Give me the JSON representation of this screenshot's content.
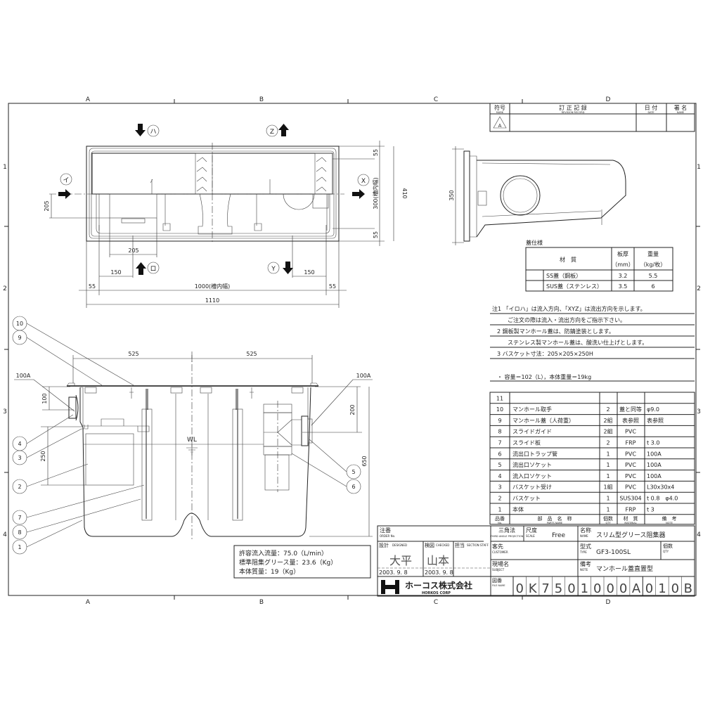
{
  "grid": {
    "columns": [
      "A",
      "B",
      "C",
      "D"
    ],
    "rows": [
      "1",
      "2",
      "3",
      "4"
    ]
  },
  "revision": {
    "headers": [
      {
        "ja": "符号",
        "en": "MARK"
      },
      {
        "ja": "訂 正 記 録",
        "en": "REVISION RECORD"
      },
      {
        "ja": "日 付",
        "en": "DATE"
      },
      {
        "ja": "署 名",
        "en": "NAME"
      }
    ],
    "mark": "A"
  },
  "plan_view": {
    "inflow_labels": [
      "イ",
      "ロ",
      "ハ"
    ],
    "outflow_labels": [
      "X",
      "Y",
      "Z"
    ],
    "dims": {
      "inlet_height": "205",
      "basket_width": "205",
      "left_150": "150",
      "right_150": "150",
      "left_55": "55",
      "right_55": "55",
      "inner_width": "1000(槽内幅)",
      "overall_width": "1110",
      "top_55": "55",
      "bottom_55": "55",
      "inner_depth": "300(槽内幅)",
      "overall_depth": "410"
    }
  },
  "side_view": {
    "height_dim": "350"
  },
  "section_view": {
    "dim_left_525": "525",
    "dim_right_525": "525",
    "inlet_size": "100A",
    "outlet_size": "100A",
    "dim_100": "100",
    "dim_250": "250",
    "dim_200": "200",
    "dim_650": "650",
    "water_level": "WL",
    "callouts": [
      "1",
      "2",
      "3",
      "4",
      "5",
      "6",
      "7",
      "8",
      "9",
      "10"
    ]
  },
  "cover_spec": {
    "title": "蓋仕様",
    "headers": {
      "material": "材　質",
      "thickness": "板厚",
      "thickness_unit": "（mm）",
      "weight": "重量",
      "weight_unit": "（kg/枚）"
    },
    "rows": [
      {
        "material": "SS蓋（鋼板）",
        "thickness": "3.2",
        "weight": "5.5"
      },
      {
        "material": "SUS蓋（ステンレス）",
        "thickness": "3.5",
        "weight": "6"
      }
    ]
  },
  "notes": [
    "注1 「イロハ」は流入方向、「XYZ」は流出方向を示します。",
    "ご注文の際は流入・流出方向をご指示下さい。",
    "2 鋼板製マンホール蓋は、防錆塗装とします。",
    "ステンレス製マンホール蓋は、酸洗い仕上げとします。",
    "3 バスケット寸法：205×205×250H",
    "・ 容量＝102（L），本体重量＝19kg"
  ],
  "parts_table": {
    "headers": {
      "no": "品番",
      "no_en": "No.",
      "name": "部　品　名　称",
      "name_en": "PARTS NAME",
      "qty": "個数",
      "qty_en": "QTY",
      "material": "材　質",
      "material_en": "MATERIAL",
      "note": "備　考",
      "note_en": "NOTE"
    },
    "rows": [
      {
        "no": "11",
        "name": "",
        "qty": "",
        "material": "",
        "note": ""
      },
      {
        "no": "10",
        "name": "マンホール取手",
        "qty": "2",
        "material": "蓋と同等",
        "note": "φ9.0"
      },
      {
        "no": "9",
        "name": "マンホール蓋（人荷重）",
        "qty": "2組",
        "material": "表参照",
        "note": "表参照"
      },
      {
        "no": "8",
        "name": "スライドガイド",
        "qty": "2組",
        "material": "PVC",
        "note": ""
      },
      {
        "no": "7",
        "name": "スライド板",
        "qty": "2",
        "material": "FRP",
        "note": "t 3.0"
      },
      {
        "no": "6",
        "name": "流出口トラップ管",
        "qty": "1",
        "material": "PVC",
        "note": "100A"
      },
      {
        "no": "5",
        "name": "流出口ソケット",
        "qty": "1",
        "material": "PVC",
        "note": "100A"
      },
      {
        "no": "4",
        "name": "流入口ソケット",
        "qty": "1",
        "material": "PVC",
        "note": "100A"
      },
      {
        "no": "3",
        "name": "バスケット受け",
        "qty": "1組",
        "material": "PVC",
        "note": "L30x30x4"
      },
      {
        "no": "2",
        "name": "バスケット",
        "qty": "1",
        "material": "SUS304",
        "note": "t 0.8　φ4.0"
      },
      {
        "no": "1",
        "name": "本体",
        "qty": "1",
        "material": "FRP",
        "note": "t 3"
      }
    ]
  },
  "flow_info": [
    "許容流入流量：75.0（L/min）",
    "標準阻集グリース量：23.6（Kg）",
    "本体質量：19（Kg）"
  ],
  "title_block": {
    "order_label": "注番",
    "order_label_en": "ORDER No.",
    "projection": "三角法",
    "projection_en": "THIRD ANGLE PROJECTION",
    "scale_label": "尺度",
    "scale_label_en": "SCALE",
    "scale": "Free",
    "name_label": "名称",
    "name_label_en": "NAME",
    "name": "スリム型グリース阻集器",
    "designed_label": "設計",
    "designed_label_en": "DESIGNED",
    "designer": "大平",
    "designed_date": "2003. 9. 8",
    "checked_label": "検図",
    "checked_label_en": "CHECKED",
    "checker": "山本",
    "checked_date": "2003. 9. 8",
    "section_label": "担当",
    "section_label_en": "SECTION STAFF",
    "customer_label": "客先",
    "customer_label_en": "CUSTOMER",
    "type_label": "型式",
    "type_label_en": "TYPE",
    "type": "GF3-100SL",
    "qty_label": "個数",
    "qty_label_en": "QTY",
    "subject_label": "現場名",
    "subject_label_en": "SUBJECT",
    "note_label": "備考",
    "note_label_en": "NOTE",
    "note": "マンホール蓋直置型",
    "file_label": "図番",
    "file_label_en": "FILE NAME",
    "file_chars": [
      "0",
      "K",
      "7",
      "5",
      "0",
      "1",
      "0",
      "0",
      "0",
      "A",
      "0",
      "1",
      "0",
      "B"
    ],
    "company": "ホーコス株式会社",
    "company_en": "HORKOS CORP"
  }
}
